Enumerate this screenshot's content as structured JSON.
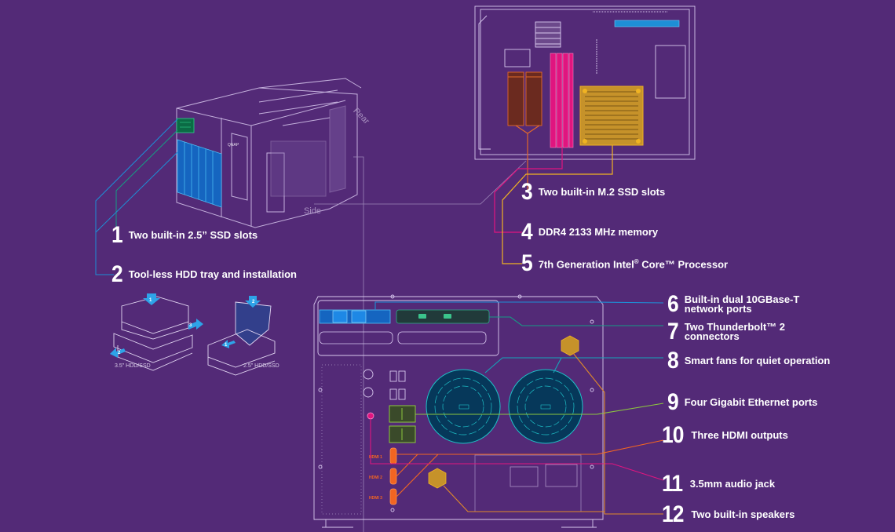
{
  "diagram": {
    "background": "#532A77",
    "view_labels": {
      "rear": "Rear",
      "side": "Side"
    },
    "tray_captions": {
      "left": "3.5\" HDD/SSD",
      "right": "2.5\" HDD/SSD"
    },
    "tray_step_numbers": [
      "1",
      "2",
      "3",
      "1",
      "2"
    ],
    "hdmi_labels": [
      "HDMI 1",
      "HDMI 2",
      "HDMI 3"
    ],
    "callouts": [
      {
        "num": "1",
        "text": "Two built-in 2.5”  SSD slots",
        "color": "#1E8FD6"
      },
      {
        "num": "2",
        "text": "Tool-less HDD tray and installation",
        "color": "#1E8FD6"
      },
      {
        "num": "3",
        "text": "Two built-in M.2 SSD slots",
        "color": "#E2692A"
      },
      {
        "num": "4",
        "text": "DDR4 2133 MHz memory",
        "color": "#E0157F"
      },
      {
        "num": "5",
        "text_a": "7th Generation Intel",
        "reg": "®",
        "text_b": " Core™ Processor",
        "color": "#F0B323"
      },
      {
        "num": "6",
        "line1": "Built-in dual 10GBase-T",
        "line2": "network ports",
        "color": "#1E8FD6"
      },
      {
        "num": "7",
        "line1": "Two Thunderbolt™ 2",
        "line2": "connectors",
        "color": "#169C84"
      },
      {
        "num": "8",
        "text": "Smart fans for quiet operation",
        "color": "#15A6B8"
      },
      {
        "num": "9",
        "text": "Four Gigabit Ethernet ports",
        "color": "#8CC63F"
      },
      {
        "num": "10",
        "text": "Three HDMI outputs",
        "color": "#F26522"
      },
      {
        "num": "11",
        "text": "3.5mm audio jack",
        "color": "#E0157F"
      },
      {
        "num": "12",
        "text": "Two built-in speakers",
        "color": "#E08A2A"
      }
    ]
  }
}
